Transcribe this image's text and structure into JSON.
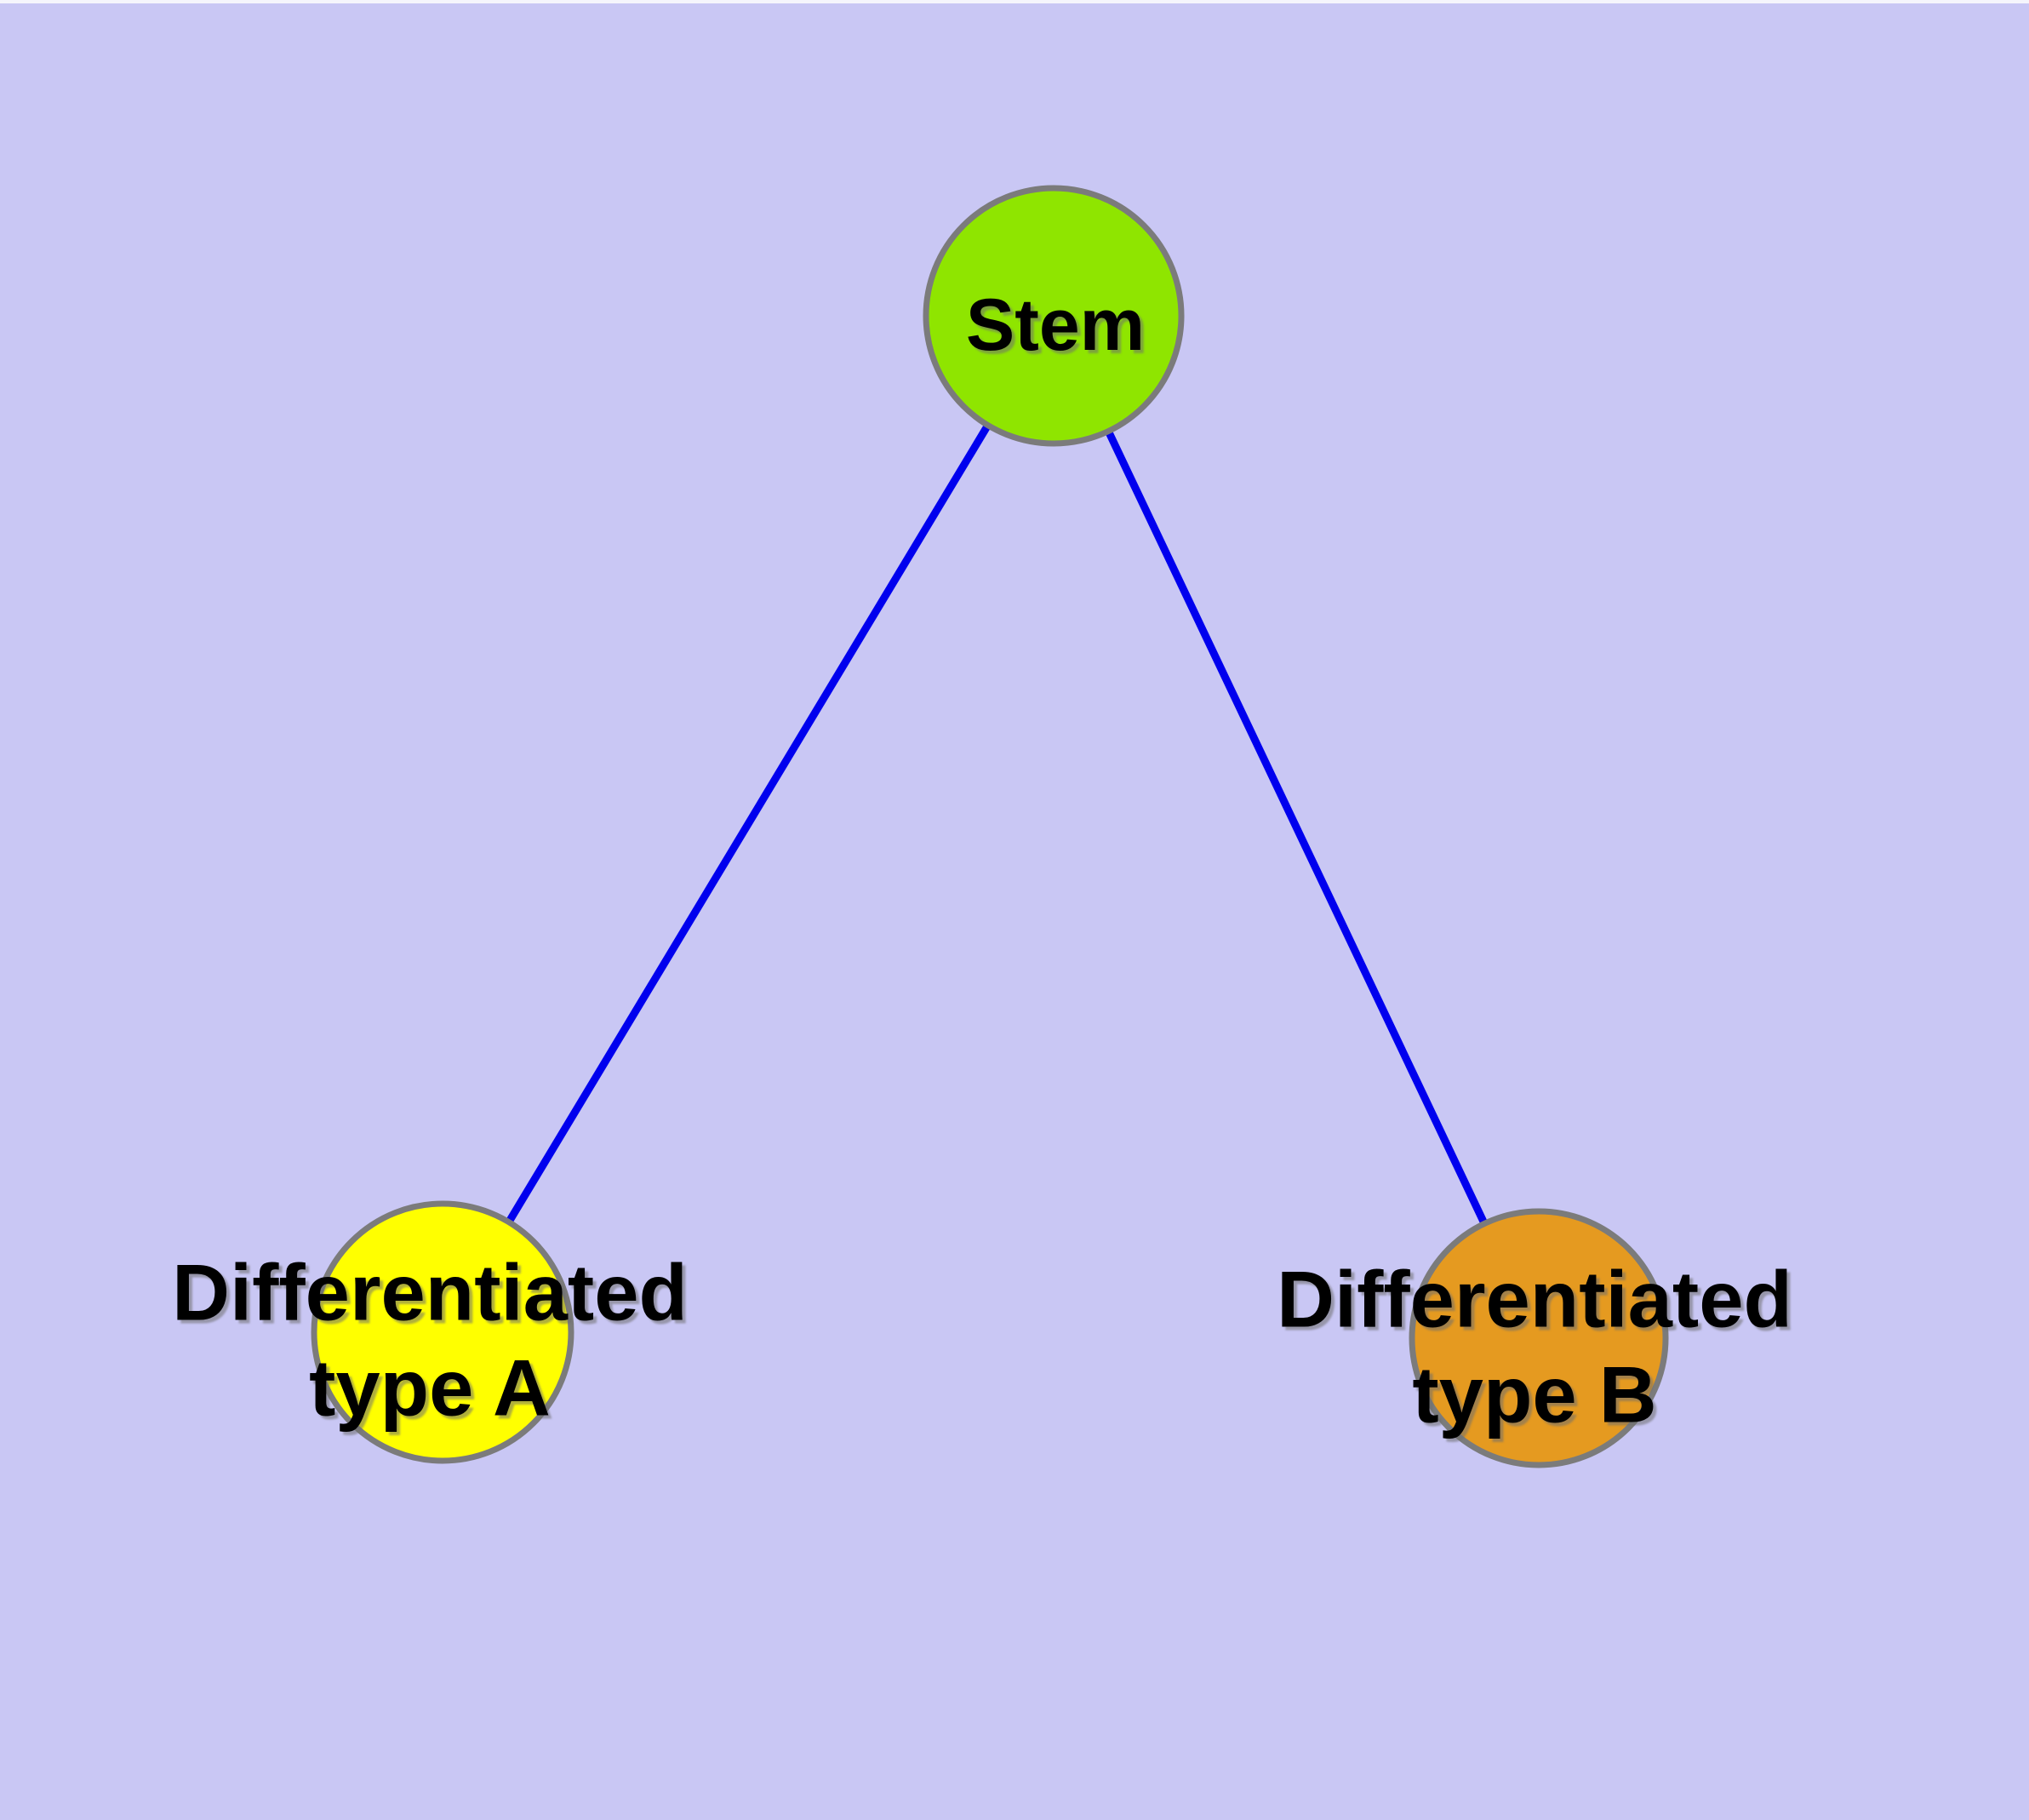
{
  "canvas": {
    "background_color": "#C9C7F4",
    "top_edge_color": "#F5F5FC"
  },
  "nodes": {
    "stem": {
      "label": "Stem",
      "shape": "circle",
      "fill": "#8FE500",
      "stroke": "#7B7B7B"
    },
    "type_a": {
      "label_line1": "Differentiated",
      "label_line2": "type A",
      "shape": "circle",
      "fill": "#FFFF00",
      "stroke": "#7B7B7B"
    },
    "type_b": {
      "label_line1": "Differentiated",
      "label_line2": "type B",
      "shape": "circle",
      "fill": "#E59A20",
      "stroke": "#7B7B7B"
    }
  },
  "edges": {
    "color": "#0000EE",
    "items": [
      {
        "from": "Stem",
        "to": "Differentiated type A"
      },
      {
        "from": "Stem",
        "to": "Differentiated type B"
      }
    ]
  },
  "label_text_color": "#000000"
}
